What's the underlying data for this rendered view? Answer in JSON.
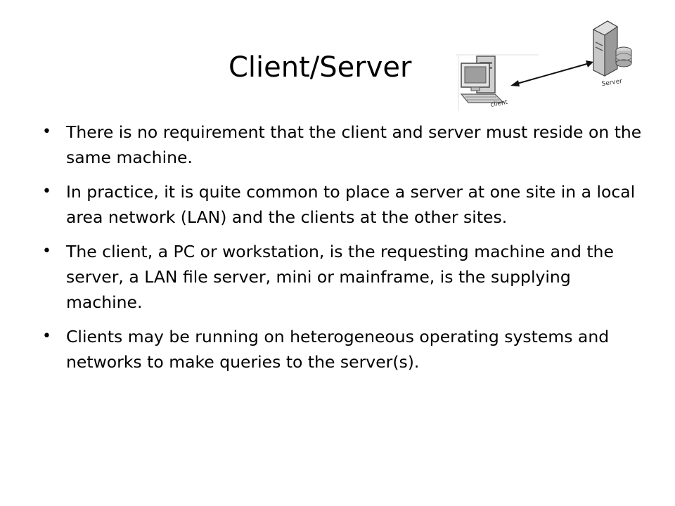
{
  "slide": {
    "title": "Client/Server",
    "bullets": [
      {
        "text": "There is no requirement that the client and server must reside on the same machine."
      },
      {
        "text": "In practice, it is quite common to place a server at one site in a local area network (LAN) and the clients at the other sites."
      },
      {
        "text": "The client, a PC or workstation, is the requesting machine and the server, a LAN file server, mini or mainframe, is the supplying machine."
      },
      {
        "text": "Clients may be running on heterogeneous operating systems and networks to make queries to the server(s)."
      }
    ],
    "bullet_symbol": "•"
  },
  "diagram": {
    "client_label": "client",
    "server_label": "Server",
    "client_icon": "desktop-computer-icon",
    "server_icon": "server-tower-icon",
    "connection": "double-headed-arrow"
  }
}
